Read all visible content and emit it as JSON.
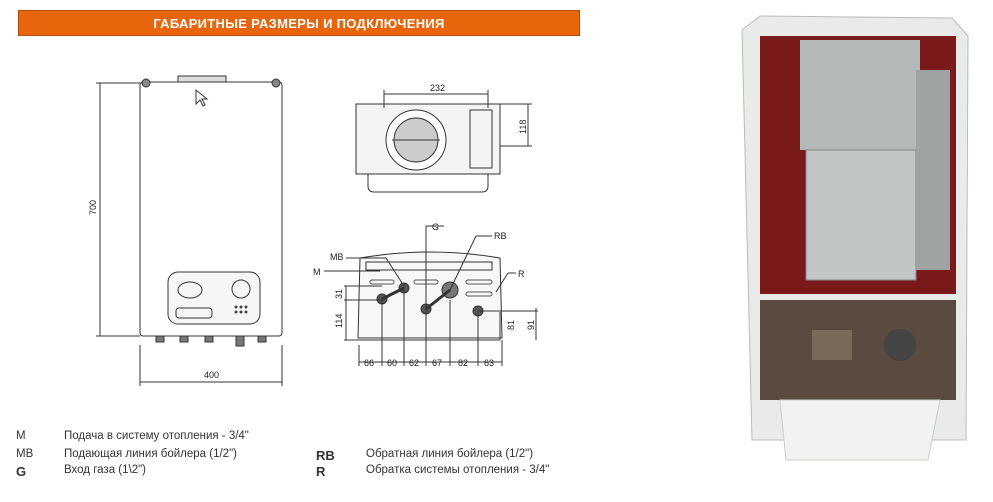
{
  "header": {
    "title": "ГАБАРИТНЫЕ РАЗМЕРЫ И ПОДКЛЮЧЕНИЯ"
  },
  "front_view": {
    "height_label": "700",
    "width_label": "400"
  },
  "top_view": {
    "width_label": "232",
    "depth_label": "118"
  },
  "bottom_view": {
    "labels": {
      "G": "G",
      "RB": "RB",
      "MB": "MB",
      "M": "M",
      "R": "R"
    },
    "vertical_dims": [
      "31",
      "114",
      "81",
      "91"
    ],
    "horizontal_dims": [
      "66",
      "60",
      "62",
      "67",
      "82",
      "63"
    ]
  },
  "legend": [
    {
      "code": "M",
      "text": "Подача в систему отопления - 3/4\""
    },
    {
      "code": "MB",
      "text": "Подающая линия бойлера (1/2\")"
    },
    {
      "code": "G",
      "text": "Вход газа (1\\2\")"
    },
    {
      "code": "RB",
      "text": "Обратная линия бойлера (1/2\")"
    },
    {
      "code": "R",
      "text": "Обратка системы отопления - 3/4\""
    }
  ],
  "colors": {
    "accent": "#e8650c"
  }
}
